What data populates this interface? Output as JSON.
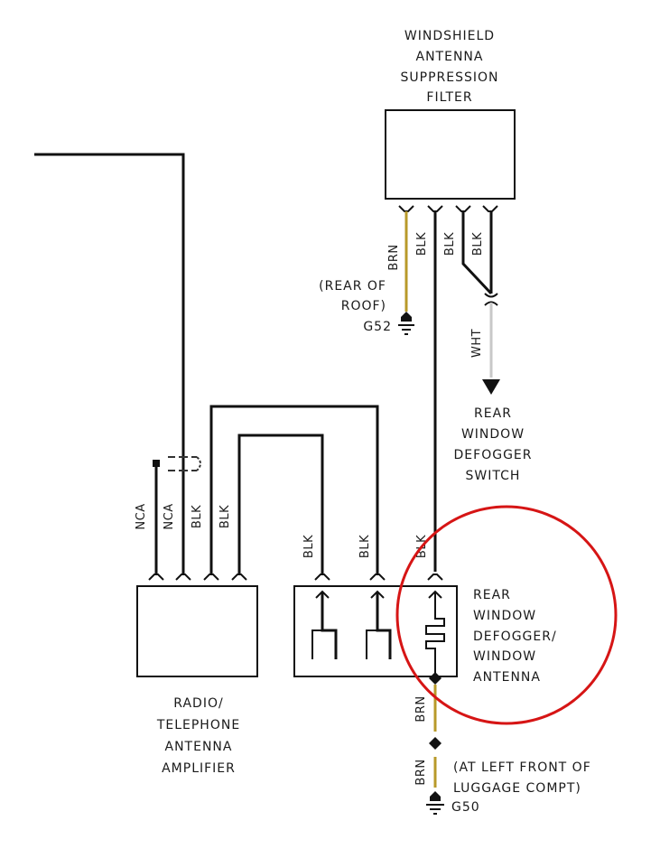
{
  "colors": {
    "wire_black": "#111111",
    "wire_brown": "#b89a2a",
    "wire_white": "#c8c8c8",
    "highlight_circle": "#d61515"
  },
  "components": {
    "suppression_filter": {
      "label_lines": [
        "WINDSHIELD",
        "ANTENNA",
        "SUPPRESSION",
        "FILTER"
      ]
    },
    "amplifier": {
      "label_lines": [
        "RADIO/",
        "TELEPHONE",
        "ANTENNA",
        "AMPLIFIER"
      ]
    },
    "defogger_switch": {
      "label_lines": [
        "REAR",
        "WINDOW",
        "DEFOGGER",
        "SWITCH"
      ]
    },
    "defogger_antenna": {
      "label_lines": [
        "REAR",
        "WINDOW",
        "DEFOGGER/",
        "WINDOW",
        "ANTENNA"
      ]
    }
  },
  "grounds": {
    "g52": {
      "id": "G52",
      "location_lines": [
        "(REAR OF",
        "ROOF)"
      ]
    },
    "g50": {
      "id": "G50",
      "location_lines": [
        "(AT LEFT FRONT OF",
        "LUGGAGE COMPT)"
      ]
    }
  },
  "wires": {
    "filter_brn": "BRN",
    "filter_blk1": "BLK",
    "filter_blk2": "BLK",
    "filter_blk3": "BLK",
    "switch_wht": "WHT",
    "amp_nca1": "NCA",
    "amp_nca2": "NCA",
    "amp_blk1": "BLK",
    "amp_blk2": "BLK",
    "glass_blk1": "BLK",
    "glass_blk2": "BLK",
    "glass_blk3": "BLK",
    "ground_brn1": "BRN",
    "ground_brn2": "BRN"
  }
}
